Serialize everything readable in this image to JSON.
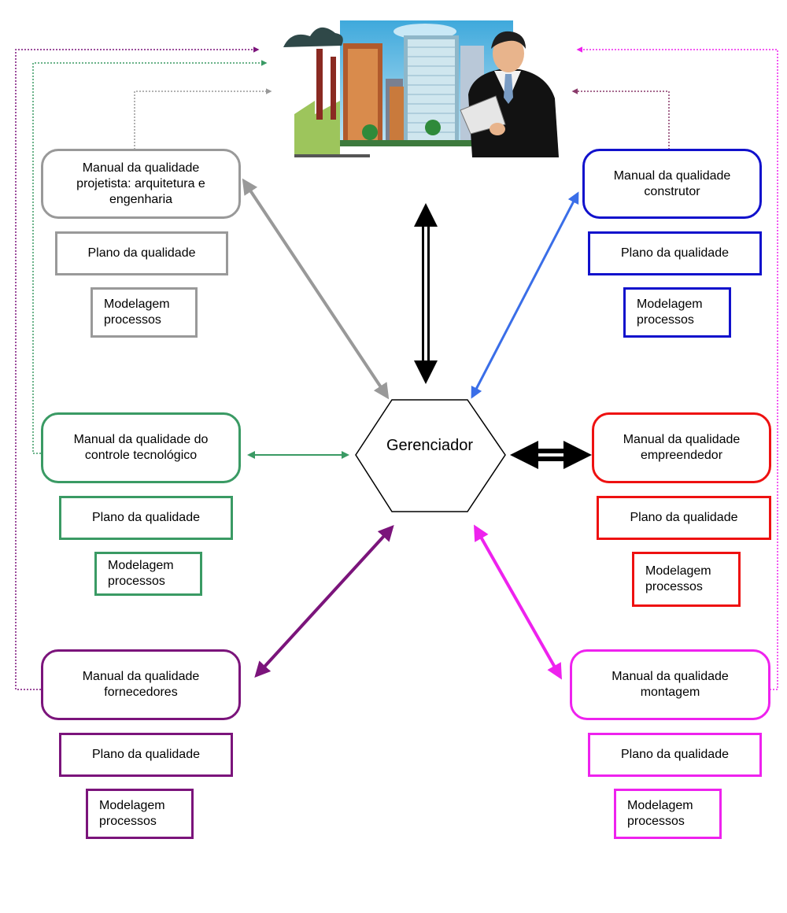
{
  "colors": {
    "projetista": "#999999",
    "construtor": "#1111cc",
    "controle": "#3a9a64",
    "empreendedor": "#ee1111",
    "fornecedores": "#7b147b",
    "montagem": "#ee22ee",
    "center": "#000000",
    "arrow_construtor": "#3a6ee8",
    "dotted_projetista": "#999999",
    "dotted_controle": "#3a9a64",
    "dotted_fornecedores": "#7b147b",
    "dotted_montagem": "#ee22ee",
    "dotted_construtor": "#8a3a6a"
  },
  "center": {
    "label": "Gerenciador"
  },
  "illustration": {
    "icon": "city-factory-businessman-illustration"
  },
  "groups": {
    "projetista": {
      "manual": "Manual da qualidade\nprojetista: arquitetura e\nengenharia",
      "plano": "Plano da qualidade",
      "modelagem": "Modelagem\nprocessos"
    },
    "construtor": {
      "manual": "Manual da qualidade\nconstrutor",
      "plano": "Plano da qualidade",
      "modelagem": "Modelagem\nprocessos"
    },
    "controle": {
      "manual": "Manual da qualidade do\ncontrole tecnológico",
      "plano": "Plano da qualidade",
      "modelagem": "Modelagem\nprocessos"
    },
    "empreendedor": {
      "manual": "Manual da qualidade\nempreendedor",
      "plano": "Plano da qualidade",
      "modelagem": "Modelagem\nprocessos"
    },
    "fornecedores": {
      "manual": "Manual da qualidade\nfornecedores",
      "plano": "Plano da qualidade",
      "modelagem": "Modelagem\nprocessos"
    },
    "montagem": {
      "manual": "Manual da qualidade\nmontagem",
      "plano": "Plano da qualidade",
      "modelagem": "Modelagem\nprocessos"
    }
  }
}
